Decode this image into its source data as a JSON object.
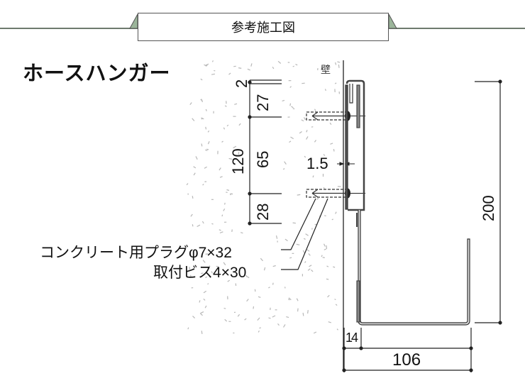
{
  "header": {
    "tab_title": "参考施工図"
  },
  "product": {
    "title": "ホースハンガー"
  },
  "labels": {
    "wall": "壁",
    "plug": "コンクリート用プラグφ7×32",
    "screw": "取付ビス4×30"
  },
  "dimensions": {
    "d2": "2",
    "d27": "27",
    "d120": "120",
    "d65": "65",
    "d28": "28",
    "d1_5": "1.5",
    "d200": "200",
    "d14": "14",
    "d106": "106"
  },
  "colors": {
    "header_accent": "#9bb59a",
    "line": "#222222",
    "concrete_speckle": "#b8b8b8"
  }
}
